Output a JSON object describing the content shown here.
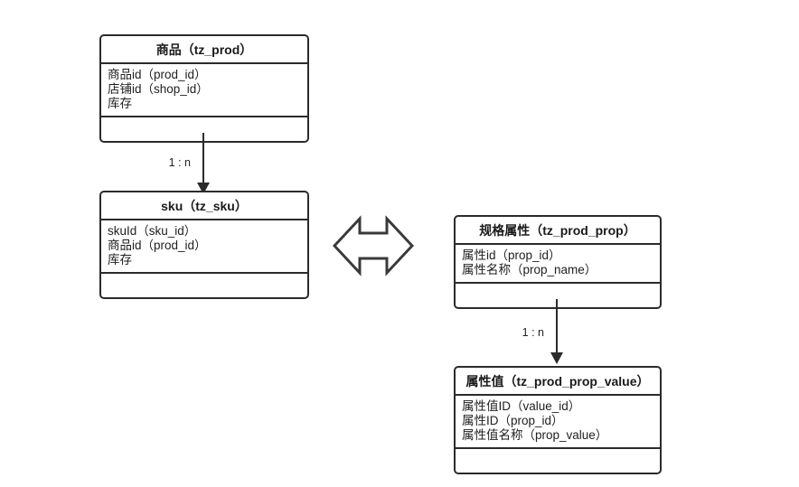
{
  "diagram": {
    "title": "",
    "background_color": "#ffffff",
    "line_color": "#2b2b2b",
    "entities": [
      {
        "id": "tz_prod",
        "title": "商品（tz_prod）",
        "attributes": [
          "商品id（prod_id）",
          "店铺id（shop_id）",
          "库存"
        ],
        "footer": ""
      },
      {
        "id": "tz_sku",
        "title": "sku（tz_sku）",
        "attributes": [
          "skuId（sku_id）",
          "商品id（prod_id）",
          "库存"
        ],
        "footer": ""
      },
      {
        "id": "tz_prod_prop",
        "title": "规格属性（tz_prod_prop）",
        "attributes": [
          "属性id（prop_id）",
          "属性名称（prop_name）"
        ],
        "footer": ""
      },
      {
        "id": "tz_prod_prop_value",
        "title": "属性值（tz_prod_prop_value）",
        "attributes": [
          "属性值ID（value_id）",
          "属性ID（prop_id）",
          "属性值名称（prop_value）"
        ],
        "footer": ""
      }
    ],
    "connectors": [
      {
        "id": "prod-to-sku",
        "label": "1 : n",
        "from": "tz_prod",
        "to": "tz_sku"
      },
      {
        "id": "prop-to-prop-value",
        "label": "1 : n",
        "from": "tz_prod_prop",
        "to": "tz_prod_prop_value"
      }
    ],
    "relation_symbol": {
      "id": "sku-prop-relation",
      "icon": "double-headed-arrow"
    }
  }
}
